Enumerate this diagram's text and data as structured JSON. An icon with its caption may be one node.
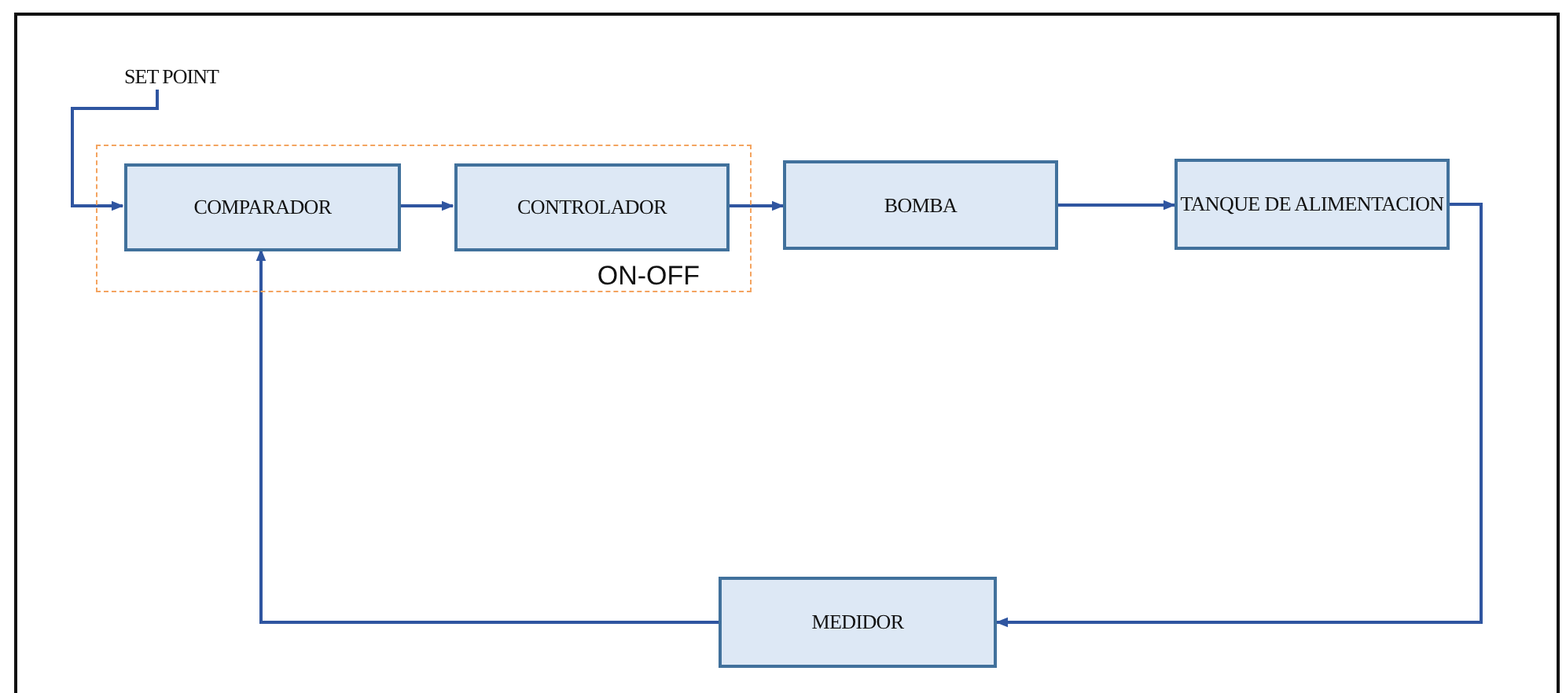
{
  "diagram": {
    "nodes": [
      {
        "text": [
          "SET POINT"
        ]
      },
      {
        "text": [
          "ON-OFF"
        ]
      },
      {
        "text": [
          "COMPARADOR"
        ],
        "in": 1
      },
      {
        "text": [
          "CONTROLADOR"
        ],
        "in": 1
      },
      {
        "text": [
          "BOMBA"
        ]
      },
      {
        "text": [
          "TANQUE DE ALIMENTACION"
        ]
      },
      {
        "text": [
          "MEDIDOR"
        ]
      }
    ],
    "edges": [
      {
        "from": 0,
        "to": 2,
        "arrow": "to"
      },
      {
        "from": 2,
        "to": 3,
        "arrow": "to"
      },
      {
        "from": 3,
        "to": 4,
        "arrow": "to"
      },
      {
        "from": 4,
        "to": 5,
        "arrow": "to"
      },
      {
        "from": 5,
        "to": 6,
        "arrow": "to"
      },
      {
        "from": 6,
        "to": 2,
        "arrow": "to"
      }
    ]
  }
}
